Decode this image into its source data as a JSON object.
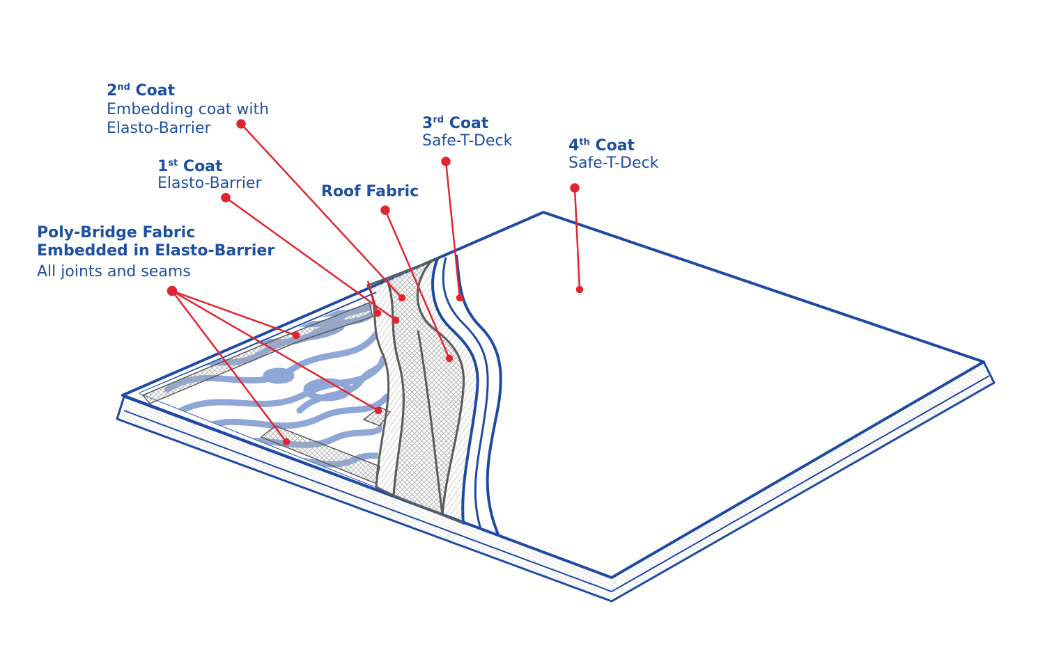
{
  "labels": {
    "coat2": {
      "num": "2",
      "sup": "nd",
      "word": " Coat",
      "line1": "Embedding coat with",
      "line2": "Elasto-Barrier"
    },
    "coat1": {
      "num": "1",
      "sup": "st",
      "word": " Coat",
      "line1": "Elasto-Barrier"
    },
    "coat3": {
      "num": "3",
      "sup": "rd",
      "word": " Coat",
      "line1": "Safe-T-Deck"
    },
    "coat4": {
      "num": "4",
      "sup": "th",
      "word": " Coat",
      "line1": "Safe-T-Deck"
    },
    "roof_fabric": {
      "title": "Roof Fabric"
    },
    "poly_bridge": {
      "title1": "Poly-Bridge Fabric",
      "title2": "Embedded in Elasto-Barrier",
      "line1": "All joints and seams"
    }
  },
  "colors": {
    "label_blue": "#1e4fa0",
    "outline_blue": "#1f4aa3",
    "wood_grain": "#8ea7d6",
    "leader_red": "#e2242f",
    "layer_gray": "#5b5b5b"
  }
}
